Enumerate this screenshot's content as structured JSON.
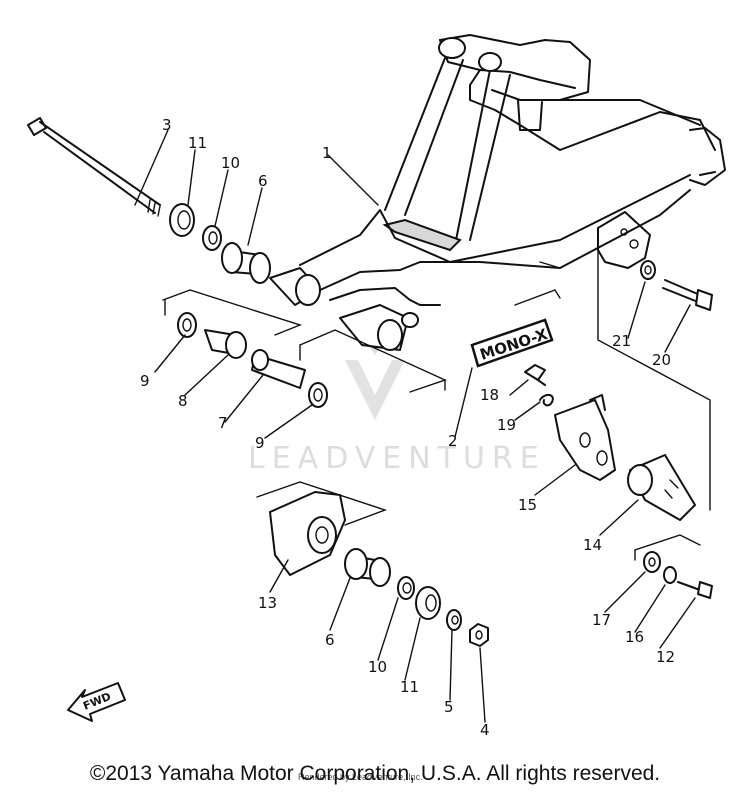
{
  "diagram": {
    "decal_text": "MONO-X",
    "fwd_label": "FWD",
    "watermark_text": "LEADVENTURE",
    "watermark_credit": "Rendered by LeadVenture, Inc.",
    "callouts": [
      {
        "id": "1",
        "label": "1"
      },
      {
        "id": "2",
        "label": "2"
      },
      {
        "id": "3",
        "label": "3"
      },
      {
        "id": "4",
        "label": "4"
      },
      {
        "id": "5",
        "label": "5"
      },
      {
        "id": "6a",
        "label": "6"
      },
      {
        "id": "6b",
        "label": "6"
      },
      {
        "id": "7",
        "label": "7"
      },
      {
        "id": "8",
        "label": "8"
      },
      {
        "id": "9a",
        "label": "9"
      },
      {
        "id": "9b",
        "label": "9"
      },
      {
        "id": "10a",
        "label": "10"
      },
      {
        "id": "10b",
        "label": "10"
      },
      {
        "id": "11a",
        "label": "11"
      },
      {
        "id": "11b",
        "label": "11"
      },
      {
        "id": "12",
        "label": "12"
      },
      {
        "id": "13",
        "label": "13"
      },
      {
        "id": "14",
        "label": "14"
      },
      {
        "id": "15",
        "label": "15"
      },
      {
        "id": "16",
        "label": "16"
      },
      {
        "id": "17",
        "label": "17"
      },
      {
        "id": "18",
        "label": "18"
      },
      {
        "id": "19",
        "label": "19"
      },
      {
        "id": "20",
        "label": "20"
      },
      {
        "id": "21",
        "label": "21"
      }
    ]
  },
  "footer": {
    "copyright": "©2013 Yamaha Motor Corporation, U.S.A. All rights reserved."
  }
}
